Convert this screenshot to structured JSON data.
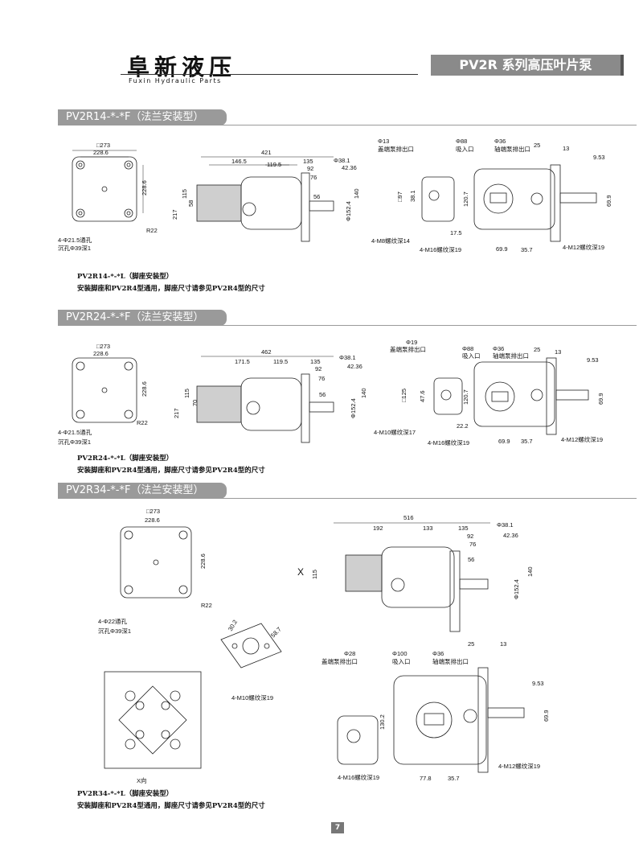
{
  "header": {
    "brand_cn": "阜新液压",
    "brand_en": "Fuxin Hydraulic Parts",
    "series": "PV2R 系列高压叶片泵"
  },
  "sections": [
    {
      "title": "PV2R14-*-*F（法兰安装型）",
      "front": {
        "sq": "□273",
        "w": "228.6",
        "h": "228.6",
        "r": "R22",
        "hole1": "4-Φ21.5通孔",
        "hole2": "沉孔Φ39深1"
      },
      "side": {
        "d421": "421",
        "d146": "146.5",
        "d119": "119.5",
        "d135": "135",
        "d92": "92",
        "d76": "76",
        "d56": "56",
        "d217": "217",
        "d115": "115",
        "d58": "58",
        "d140": "140",
        "dia38": "Φ38.1",
        "dia42": "42.36",
        "dia152": "Φ152.4"
      },
      "end": {
        "p1": "Φ13",
        "p1l": "盖端泵排出口",
        "p2": "Φ88",
        "p2l": "吸入口",
        "p3": "Φ36",
        "p3l": "轴端泵排出口",
        "d25": "25",
        "d13": "13",
        "d953": "9.53",
        "d97": "□97",
        "d38": "38.1",
        "d120": "120.7",
        "d17": "17.5",
        "d699": "69.9",
        "d357": "35.7",
        "d699b": "69.9",
        "m8": "4-M8螺纹深14",
        "m16": "4-M16螺纹深19",
        "m12": "4-M12螺纹深19"
      },
      "note1": "PV2R14-*-*L（脚座安装型）",
      "note2": "安装脚座和PV2R4型通用，脚座尺寸请参见PV2R4型的尺寸"
    },
    {
      "title": "PV2R24-*-*F（法兰安装型）",
      "front": {
        "sq": "□273",
        "w": "228.6",
        "h": "228.6",
        "r": "R22",
        "hole1": "4-Φ21.5通孔",
        "hole2": "沉孔Φ39深1"
      },
      "side": {
        "d462": "462",
        "d171": "171.5",
        "d119": "119.5",
        "d135": "135",
        "d92": "92",
        "d76": "76",
        "d56": "56",
        "d217": "217",
        "d115": "115",
        "d70": "70",
        "d140": "140",
        "dia38": "Φ38.1",
        "dia42": "42.36",
        "dia152": "Φ152.4"
      },
      "end": {
        "p1": "Φ19",
        "p1l": "盖端泵排出口",
        "p2": "Φ88",
        "p2l": "吸入口",
        "p3": "Φ36",
        "p3l": "轴端泵排出口",
        "d25": "25",
        "d13": "13",
        "d953": "9.53",
        "d125": "□125",
        "d47": "47.6",
        "d120": "120.7",
        "d22": "22.2",
        "d699": "69.9",
        "d357": "35.7",
        "d699b": "69.9",
        "m10": "4-M10螺纹深17",
        "m16": "4-M16螺纹深19",
        "m12": "4-M12螺纹深19"
      },
      "note1": "PV2R24-*-*L（脚座安装型）",
      "note2": "安装脚座和PV2R4型通用，脚座尺寸请参见PV2R4型的尺寸"
    },
    {
      "title": "PV2R34-*-*F（法兰安装型）",
      "front": {
        "sq": "□273",
        "w": "228.6",
        "h": "228.6",
        "r": "R22",
        "hole1": "4-Φ22通孔",
        "hole2": "沉孔Φ39深1"
      },
      "flange": {
        "d30": "30.2",
        "d58": "58.7",
        "m10": "4-M10螺纹深19"
      },
      "side": {
        "d516": "516",
        "d192": "192",
        "d133": "133",
        "d135": "135",
        "d92": "92",
        "d76": "76",
        "d56": "56",
        "d115": "115",
        "d140": "140",
        "dia38": "Φ38.1",
        "dia42": "42.36",
        "dia152": "Φ152.4",
        "x": "X"
      },
      "end": {
        "p1": "Φ28",
        "p1l": "盖端泵排出口",
        "p2": "Φ100",
        "p2l": "吸入口",
        "p3": "Φ36",
        "p3l": "轴端泵排出口",
        "d25": "25",
        "d13": "13",
        "d953": "9.53",
        "d130": "130.2",
        "d778": "77.8",
        "d357": "35.7",
        "d699": "69.9",
        "m16": "4-M16螺纹深19",
        "m12": "4-M12螺纹深19"
      },
      "xview": "X向",
      "note1": "PV2R34-*-*L（脚座安装型）",
      "note2": "安装脚座和PV2R4型通用，脚座尺寸请参见PV2R4型的尺寸"
    }
  ],
  "page_number": "7"
}
